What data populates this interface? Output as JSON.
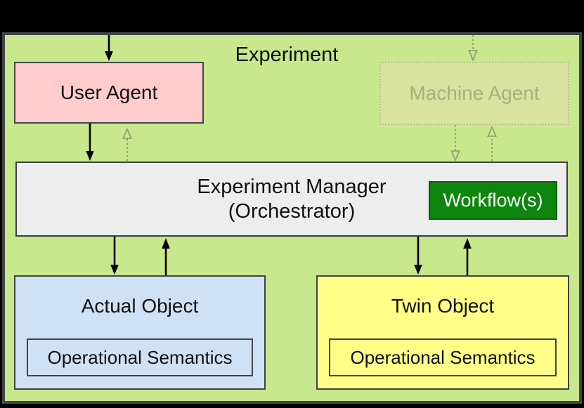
{
  "figure": {
    "title": "Experiment",
    "nodes": {
      "user_agent": {
        "label": "User Agent"
      },
      "machine_agent": {
        "label": "Machine Agent",
        "state": "inactive"
      },
      "experiment_manager": {
        "line1": "Experiment Manager",
        "line2": "(Orchestrator)"
      },
      "workflow": {
        "label": "Workflow(s)"
      },
      "actual_object": {
        "label": "Actual Object",
        "inner_label": "Operational Semantics"
      },
      "twin_object": {
        "label": "Twin Object",
        "inner_label": "Operational Semantics"
      }
    },
    "colors": {
      "page_background": "#000000",
      "experiment_fill": "#c7e88c",
      "experiment_border": "#454545",
      "user_agent_fill": "#ffcccc",
      "machine_agent_fill": "#d9e3a0",
      "machine_agent_text": "#a2b27a",
      "manager_fill": "#ededed",
      "workflow_fill": "#0e860e",
      "workflow_text": "#ffffff",
      "actual_object_fill": "#cfe2f5",
      "twin_object_fill": "#ffff88",
      "solid_arrow": "#000000",
      "dashed_arrow": "#8da46e"
    }
  }
}
